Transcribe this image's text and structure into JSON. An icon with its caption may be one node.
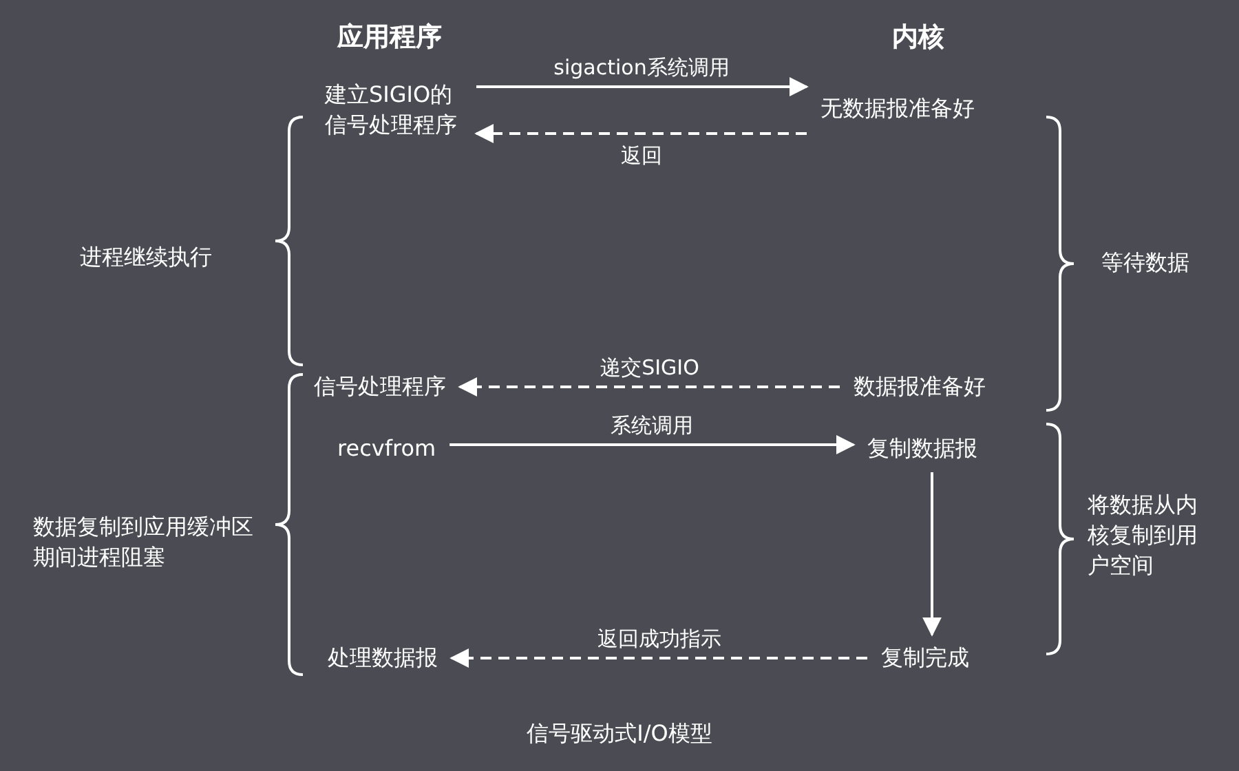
{
  "diagram": {
    "caption": "信号驱动式I/O模型",
    "nodes": [
      {
        "text": [
          "建立SIGIO的信号处理程序"
        ]
      },
      {
        "text": [
          "无数据报准备好"
        ]
      },
      {
        "text": [
          "信号处理程序"
        ]
      },
      {
        "text": [
          "数据报准备好"
        ]
      },
      {
        "text": [
          "recvfrom"
        ]
      },
      {
        "text": [
          "复制数据报"
        ]
      },
      {
        "text": [
          "处理数据报"
        ]
      },
      {
        "text": [
          "复制完成"
        ]
      }
    ],
    "edges": [
      {
        "from": 0,
        "to": 1,
        "arrow": "to",
        "label": "sigaction系统调用"
      },
      {
        "from": 1,
        "to": 0,
        "arrow": "to",
        "label": "返回",
        "style": "dashed"
      },
      {
        "from": 3,
        "to": 2,
        "arrow": "to",
        "label": "递交SIGIO",
        "style": "dashed"
      },
      {
        "from": 4,
        "to": 5,
        "arrow": "to",
        "label": "系统调用"
      },
      {
        "from": 5,
        "to": 7,
        "arrow": "to"
      },
      {
        "from": 7,
        "to": 6,
        "arrow": "to",
        "label": "返回成功指示",
        "style": "dashed"
      }
    ],
    "labels": [
      "应用程序",
      "内核",
      "进程继续执行",
      "等待数据",
      "数据复制到应用缓冲区期间进程阻塞",
      "将数据从内核复制到用户空间"
    ]
  }
}
